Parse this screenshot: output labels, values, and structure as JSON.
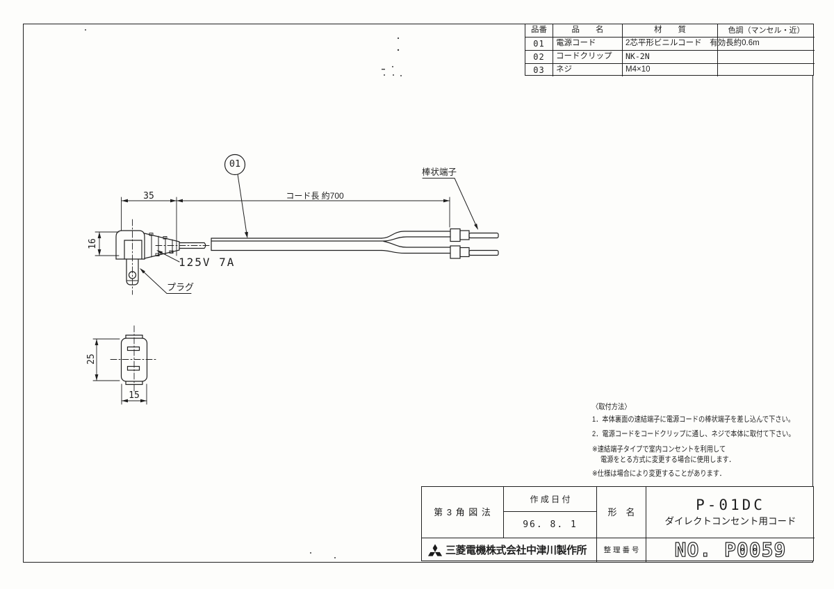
{
  "colors": {
    "ink": "#1f1f1f",
    "paper": "#fdfdfb"
  },
  "parts_table": {
    "headers": {
      "no": "品番",
      "name": "品　　名",
      "material": "材　　質",
      "color": "色調（マンセル・近）"
    },
    "rows": [
      {
        "no": "01",
        "name": "電源コード",
        "material": "2芯平形ビニルコード　有効長約0.6m",
        "color": ""
      },
      {
        "no": "02",
        "name": "コードクリップ",
        "material": "NK-2N",
        "color": ""
      },
      {
        "no": "03",
        "name": "ネジ",
        "material": "M4×10",
        "color": ""
      }
    ]
  },
  "drawing": {
    "balloon_label": "01",
    "dim_plug_width": "35",
    "dim_cord_length": "コード長 約700",
    "dim_plug_height": "16",
    "dim_front_height": "25",
    "dim_front_width": "15",
    "label_rod_terminal": "棒状端子",
    "label_rating": "125V 7A",
    "label_plug": "プラグ"
  },
  "notes": {
    "title": "〈取付方法〉",
    "step1": "1．本体裏面の速結端子に電源コードの棒状端子を差し込んで下さい。",
    "step2": "2．電源コードをコードクリップに通し、ネジで本体に取付て下さい。",
    "remark1": "※速結端子タイプで室内コンセントを利用して",
    "remark1b": "電源をとる方式に変更する場合に使用します．",
    "remark2": "※仕様は場合により変更することがあります．"
  },
  "title_block": {
    "projection": "第 3 角 図 法",
    "date_label": "作 成 日 付",
    "date_value": "96. 8. 1",
    "model_label": "形　名",
    "model_value": "P-01DC",
    "model_desc": "ダイレクトコンセント用コード",
    "company": "三菱電機株式会社中津川製作所",
    "logo_icon": "mitsubishi-three-diamonds",
    "ref_label": "整 理 番 号",
    "ref_value": "NO. P0059"
  }
}
